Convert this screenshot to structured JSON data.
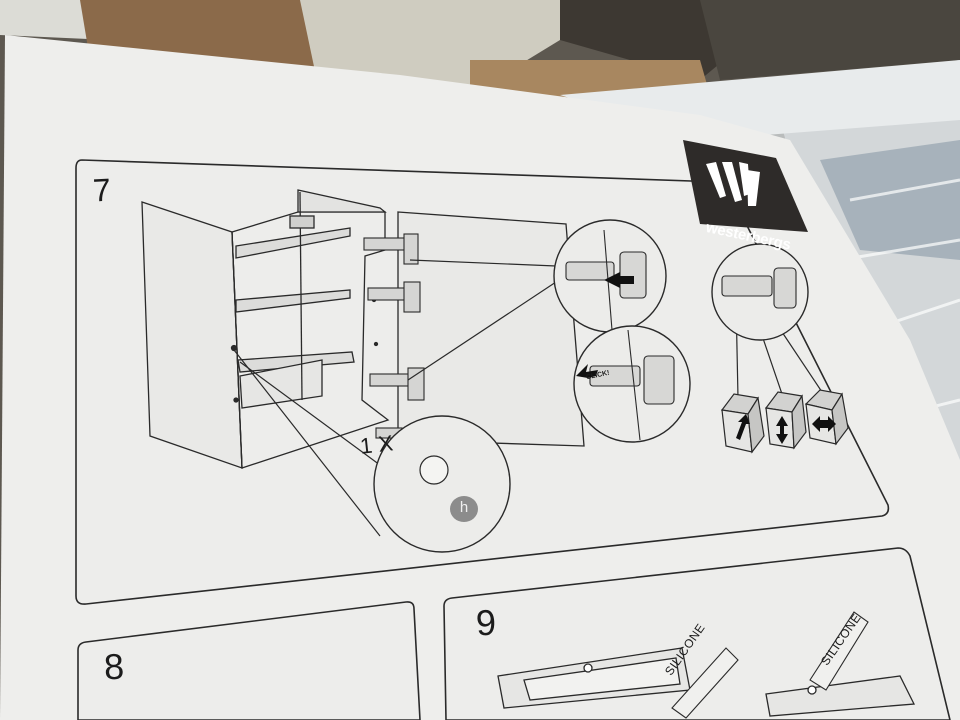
{
  "manual_page": {
    "step_numbers": {
      "step_7": "7",
      "step_8": "8",
      "step_9": "9"
    },
    "quantity_label": "1 X",
    "hole_marker": "h",
    "click_label": "CLICK!",
    "brand": {
      "name": "westerbergs",
      "color": "#2e2b29"
    },
    "sealant_labels": [
      "SILICONE",
      "SILICONE"
    ]
  }
}
